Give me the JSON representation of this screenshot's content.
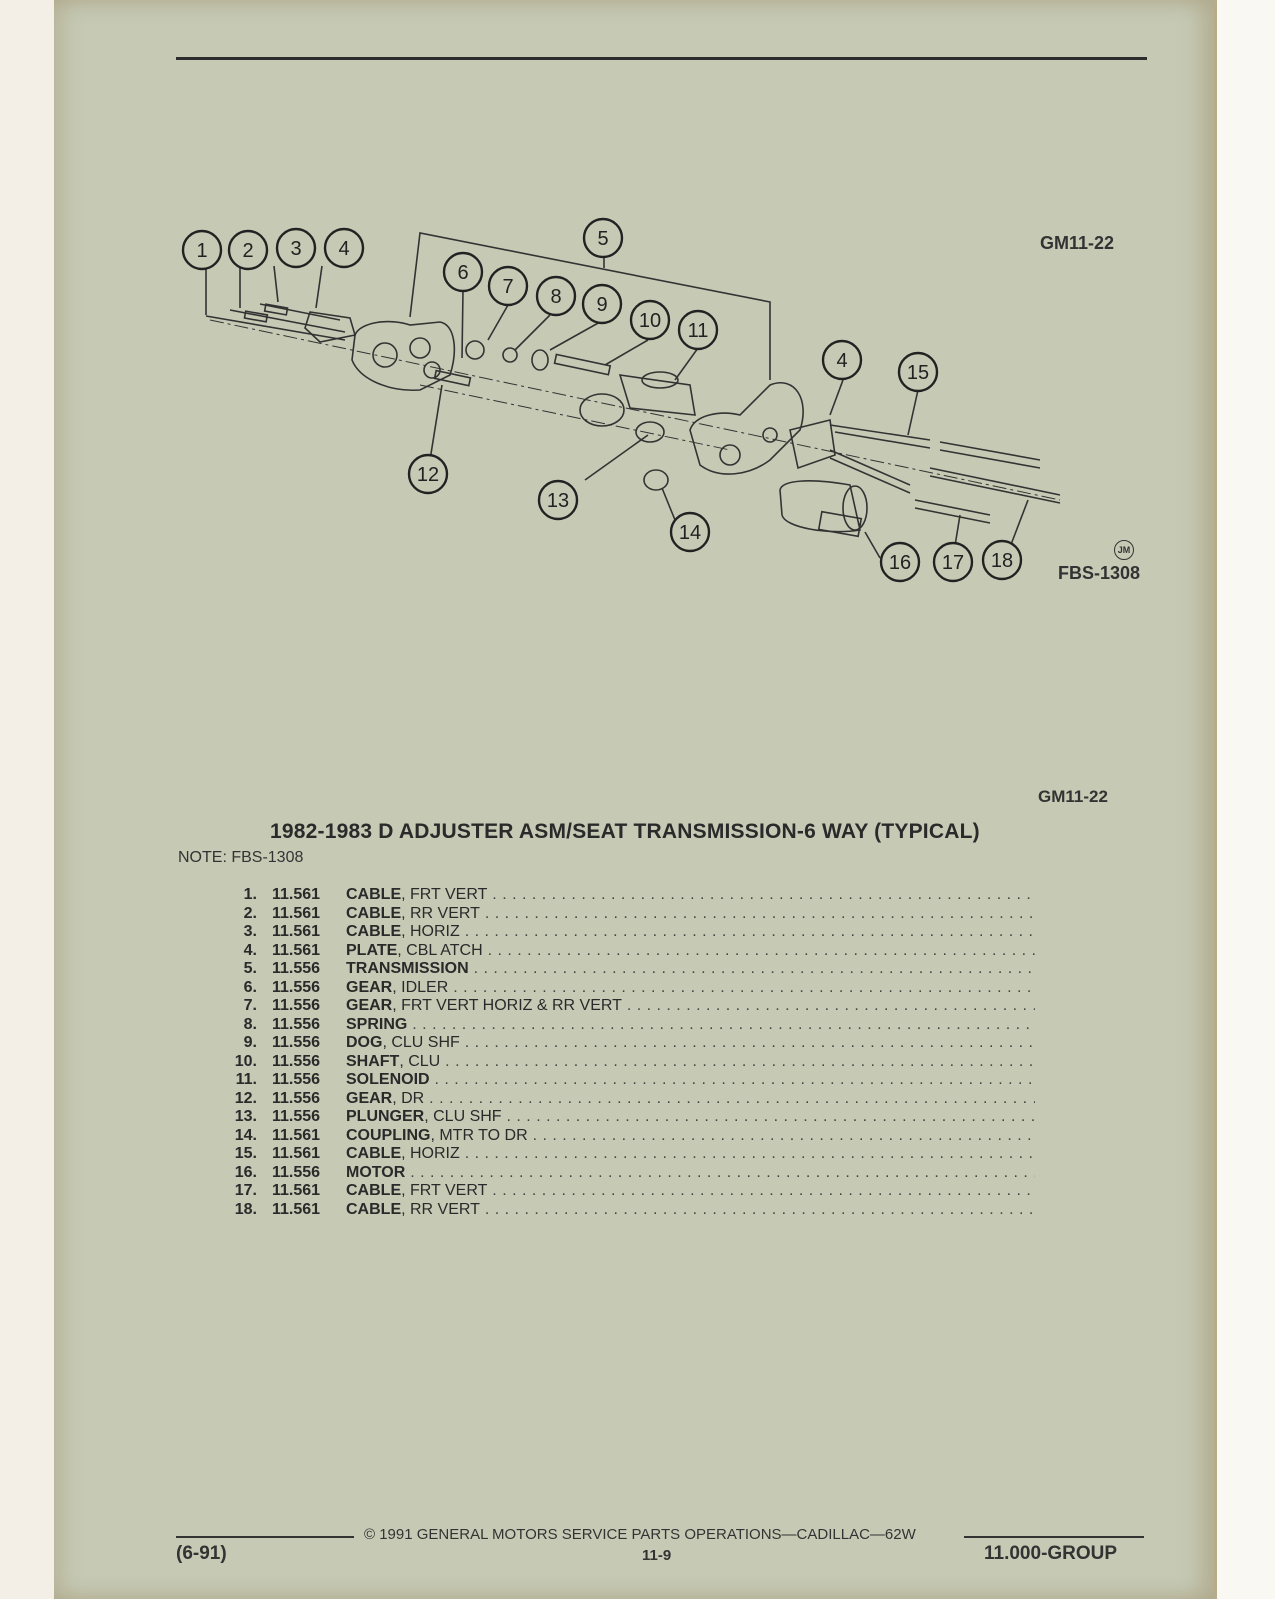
{
  "header": {
    "code_top": "GM11-22"
  },
  "diagram": {
    "figure_ref": "FBS-1308",
    "artist_mark": "JM",
    "callouts": [
      "1",
      "2",
      "3",
      "4",
      "5",
      "6",
      "7",
      "8",
      "9",
      "10",
      "11",
      "4",
      "15",
      "12",
      "13",
      "14",
      "16",
      "17",
      "18"
    ]
  },
  "section": {
    "code": "GM11-22",
    "title": "1982-1983 D ADJUSTER ASM/SEAT TRANSMISSION-6 WAY (TYPICAL)",
    "note": "NOTE:  FBS-1308"
  },
  "parts": [
    {
      "num": "1.",
      "group": "11.561",
      "name": "CABLE",
      "detail": ", FRT VERT"
    },
    {
      "num": "2.",
      "group": "11.561",
      "name": "CABLE",
      "detail": ", RR VERT"
    },
    {
      "num": "3.",
      "group": "11.561",
      "name": "CABLE",
      "detail": ", HORIZ"
    },
    {
      "num": "4.",
      "group": "11.561",
      "name": "PLATE",
      "detail": ", CBL ATCH"
    },
    {
      "num": "5.",
      "group": "11.556",
      "name": "TRANSMISSION",
      "detail": ""
    },
    {
      "num": "6.",
      "group": "11.556",
      "name": "GEAR",
      "detail": ", IDLER"
    },
    {
      "num": "7.",
      "group": "11.556",
      "name": "GEAR",
      "detail": ", FRT VERT HORIZ & RR VERT"
    },
    {
      "num": "8.",
      "group": "11.556",
      "name": "SPRING",
      "detail": ""
    },
    {
      "num": "9.",
      "group": "11.556",
      "name": "DOG",
      "detail": ", CLU SHF"
    },
    {
      "num": "10.",
      "group": "11.556",
      "name": "SHAFT",
      "detail": ", CLU"
    },
    {
      "num": "11.",
      "group": "11.556",
      "name": "SOLENOID",
      "detail": ""
    },
    {
      "num": "12.",
      "group": "11.556",
      "name": "GEAR",
      "detail": ", DR"
    },
    {
      "num": "13.",
      "group": "11.556",
      "name": "PLUNGER",
      "detail": ", CLU SHF"
    },
    {
      "num": "14.",
      "group": "11.561",
      "name": "COUPLING",
      "detail": ", MTR TO DR"
    },
    {
      "num": "15.",
      "group": "11.561",
      "name": "CABLE",
      "detail": ", HORIZ"
    },
    {
      "num": "16.",
      "group": "11.556",
      "name": "MOTOR",
      "detail": ""
    },
    {
      "num": "17.",
      "group": "11.561",
      "name": "CABLE",
      "detail": ", FRT VERT"
    },
    {
      "num": "18.",
      "group": "11.561",
      "name": "CABLE",
      "detail": ", RR VERT"
    }
  ],
  "footer": {
    "copyright": "©  1991  GENERAL MOTORS SERVICE PARTS OPERATIONS—CADILLAC—62W",
    "left": "(6-91)",
    "center": "11-9",
    "right": "11.000-GROUP"
  }
}
